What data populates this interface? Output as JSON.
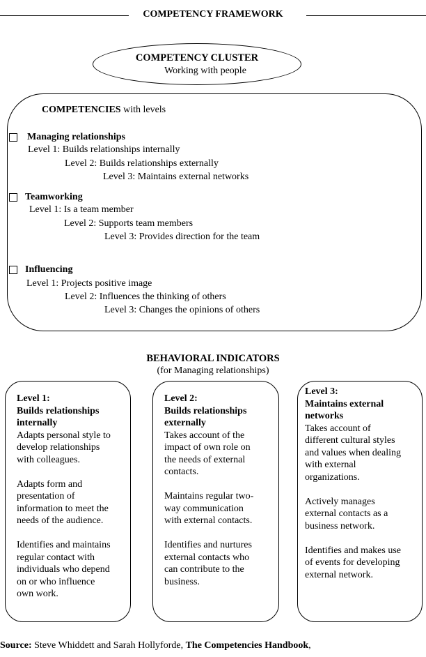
{
  "framework_title": "COMPETENCY FRAMEWORK",
  "cluster": {
    "title": "COMPETENCY CLUSTER",
    "subtitle": "Working with people"
  },
  "competencies": {
    "heading_bold": "COMPETENCIES",
    "heading_rest": " with levels",
    "items": [
      {
        "name": "Managing relationships",
        "levels": [
          "Level 1: Builds relationships internally",
          "Level 2: Builds relationships externally",
          "Level 3: Maintains external networks"
        ]
      },
      {
        "name": "Teamworking",
        "levels": [
          "Level 1: Is a team member",
          "Level 2: Supports team members",
          "Level 3: Provides direction for the team"
        ]
      },
      {
        "name": "Influencing",
        "levels": [
          "Level 1: Projects positive image",
          "Level 2: Influences the thinking of others",
          "Level 3: Changes the opinions of others"
        ]
      }
    ]
  },
  "behavioral": {
    "title": "BEHAVIORAL INDICATORS",
    "subtitle": "(for Managing relationships)",
    "cards": [
      {
        "heading": [
          "Level 1:",
          "Builds relationships",
          "internally"
        ],
        "paragraphs": [
          [
            "Adapts personal style to",
            "develop relationships",
            "with colleagues."
          ],
          [
            "Adapts form and",
            "presentation of",
            "information to meet the",
            "needs of the audience."
          ],
          [
            "Identifies and maintains",
            "regular contact with",
            "individuals who depend",
            "on or who influence",
            "own work."
          ]
        ]
      },
      {
        "heading": [
          "Level 2:",
          "Builds relationships",
          "externally"
        ],
        "paragraphs": [
          [
            "Takes account of the",
            "impact of own role on",
            "the needs of external",
            "contacts."
          ],
          [
            "Maintains regular two-",
            "way communication",
            "with external contacts."
          ],
          [
            "Identifies and nurtures",
            "external contacts who",
            "can contribute to the",
            "business."
          ]
        ]
      },
      {
        "heading": [
          "Level 3:",
          "Maintains external",
          "networks"
        ],
        "paragraphs": [
          [
            "Takes account of",
            "different cultural styles",
            "and values when dealing",
            "with external",
            "organizations."
          ],
          [
            "Actively manages",
            "external contacts as a",
            "business network."
          ],
          [
            "Identifies and makes use",
            "of events for developing",
            "external network."
          ]
        ]
      }
    ]
  },
  "source": {
    "label": "Source:",
    "authors": " Steve Whiddett and Sarah Hollyforde, ",
    "book": "The Competencies Handbook",
    "tail": ","
  }
}
